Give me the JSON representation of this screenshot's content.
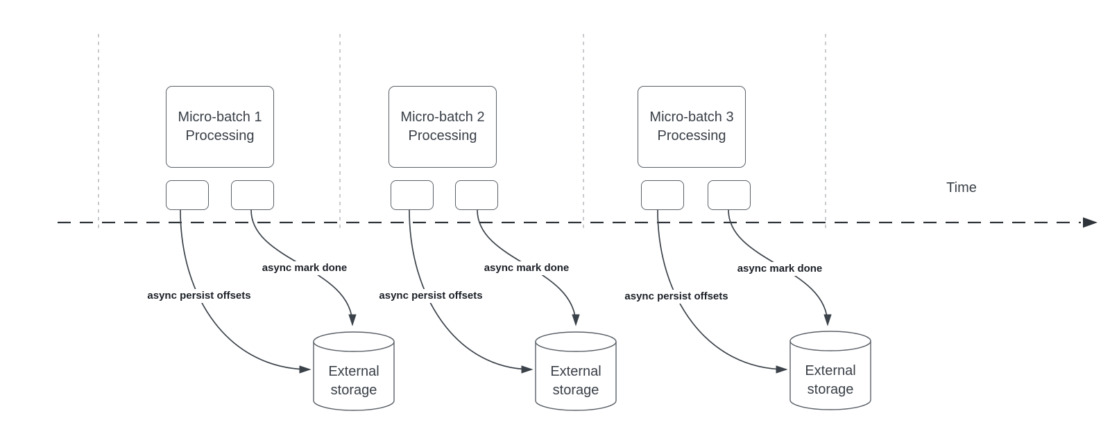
{
  "diagram": {
    "time_label": "Time",
    "groups": [
      {
        "box_line1": "Micro-batch 1",
        "box_line2": "Processing",
        "persist_label": "async persist offsets",
        "done_label": "async mark done",
        "storage_line1": "External",
        "storage_line2": "storage"
      },
      {
        "box_line1": "Micro-batch 2",
        "box_line2": "Processing",
        "persist_label": "async persist offsets",
        "done_label": "async mark done",
        "storage_line1": "External",
        "storage_line2": "storage"
      },
      {
        "box_line1": "Micro-batch 3",
        "box_line2": "Processing",
        "persist_label": "async persist offsets",
        "done_label": "async mark done",
        "storage_line1": "External",
        "storage_line2": "storage"
      }
    ],
    "colors": {
      "shape_stroke": "#595f66",
      "connector": "#3b424a",
      "timeline": "#2f343a",
      "vertical_guides": "#b0b4b8",
      "box_text": "#383e46",
      "bold_label_text": "#1b1f26"
    }
  }
}
